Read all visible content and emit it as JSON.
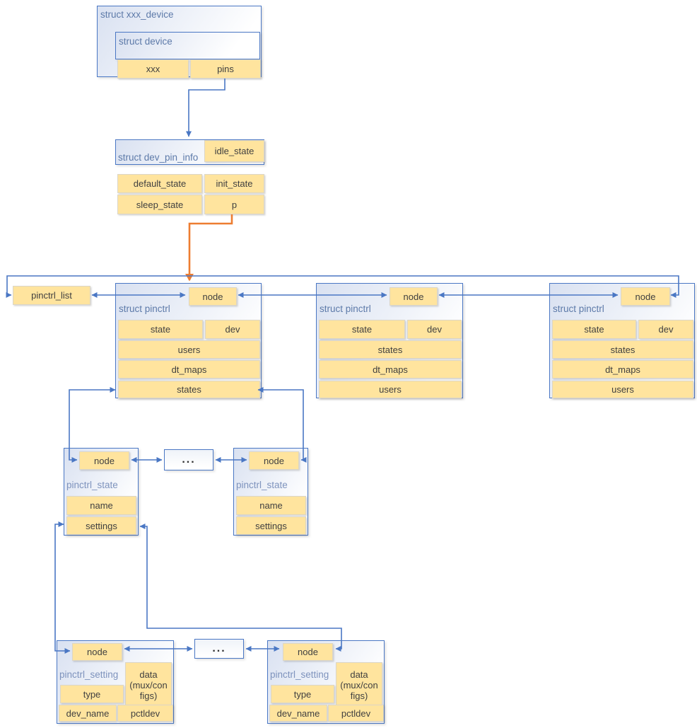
{
  "diagram": {
    "colors": {
      "line_blue": "#4a77c4",
      "arrow_orange": "#ed7d31",
      "cell_fill": "#ffe49e",
      "box_border_blue": "#4a77c4",
      "label_blue": "#5d7aa9"
    },
    "xxx_device": {
      "label": "struct xxx_device",
      "device_label": "struct device",
      "xxx": "xxx",
      "pins": "pins"
    },
    "dev_pin_info": {
      "label": "struct dev_pin_info",
      "idle_state": "idle_state",
      "default_state": "default_state",
      "init_state": "init_state",
      "sleep_state": "sleep_state",
      "p": "p"
    },
    "pinctrl_list": "pinctrl_list",
    "pinctrl": [
      {
        "label": "struct pinctrl",
        "node": "node",
        "state": "state",
        "dev": "dev",
        "rows": [
          "users",
          "dt_maps",
          "states"
        ]
      },
      {
        "label": "struct pinctrl",
        "node": "node",
        "state": "state",
        "dev": "dev",
        "rows": [
          "states",
          "dt_maps",
          "users"
        ]
      },
      {
        "label": "struct pinctrl",
        "node": "node",
        "state": "state",
        "dev": "dev",
        "rows": [
          "states",
          "dt_maps",
          "users"
        ]
      }
    ],
    "pinctrl_state": [
      {
        "label": "pinctrl_state",
        "node": "node",
        "name": "name",
        "settings": "settings"
      },
      {
        "label": "pinctrl_state",
        "node": "node",
        "name": "name",
        "settings": "settings"
      }
    ],
    "pinctrl_setting": [
      {
        "label": "pinctrl_setting",
        "node": "node",
        "data_lines": [
          "data",
          "(mux/con",
          "figs)"
        ],
        "type": "type",
        "dev_name": "dev_name",
        "pctldev": "pctldev"
      },
      {
        "label": "pinctrl_setting",
        "node": "node",
        "data_lines": [
          "data",
          "(mux/con",
          "figs)"
        ],
        "type": "type",
        "dev_name": "dev_name",
        "pctldev": "pctldev"
      }
    ],
    "ellipsis": "..."
  }
}
